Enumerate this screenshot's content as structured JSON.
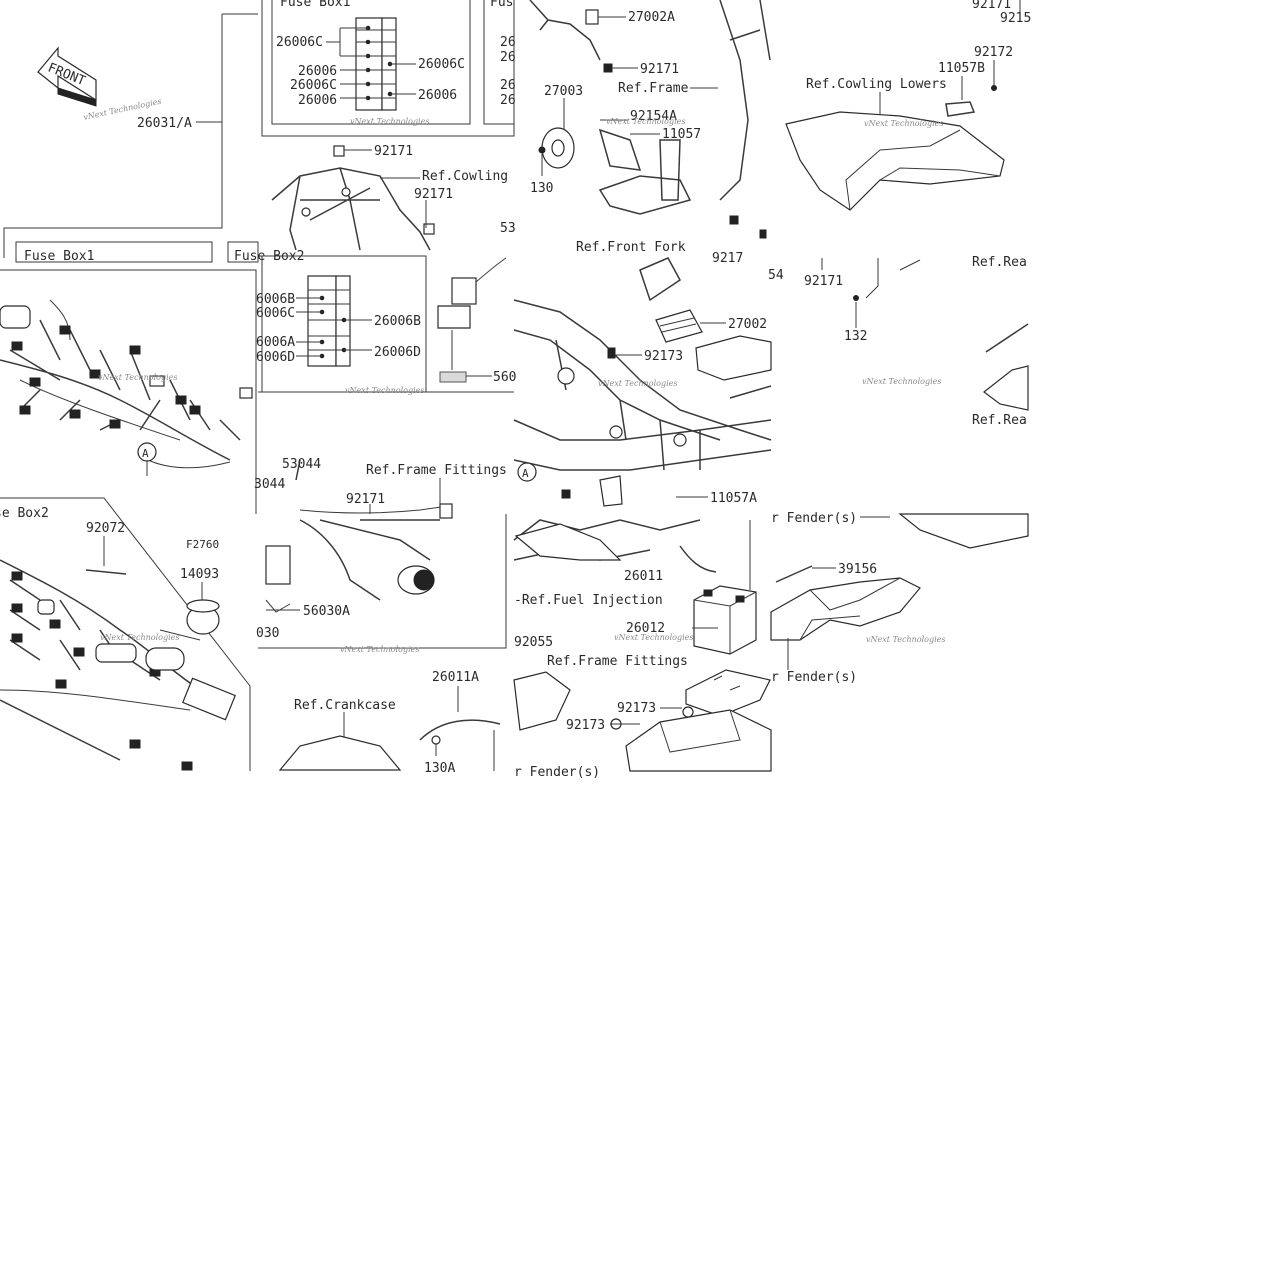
{
  "labels": {
    "fuse_box1_top": "Fuse Box1",
    "fuse_box1_mid": "Fuse Box1",
    "fuse_box2_top": "Fus",
    "fuse_box2_mid": "Fuse Box2",
    "fuse_box2_low": "se Box2",
    "p26006c_a": "26006C",
    "p26006c_b": "26006C",
    "p26006_a": "26006",
    "p26006c_c": "26006C",
    "p26006_b": "26006",
    "p26006_c": "26006",
    "p26a": "26",
    "p26b": "26",
    "p26c": "26",
    "p26d": "26",
    "p26031a": "26031/A",
    "p27002a": "27002A",
    "p92171_a": "92171",
    "p27003": "27003",
    "ref_frame": "Ref.Frame",
    "p92154a": "92154A",
    "p11057": "11057",
    "p130": "130",
    "ref_front_fork": "Ref.Front Fork",
    "p92171_top_right": "92171",
    "p9215": "9215",
    "p92172": "92172",
    "p11057b": "11057B",
    "ref_cowling_lowers": "Ref.Cowling Lowers",
    "p92171_b": "92171",
    "ref_cowling": "Ref.Cowling",
    "p92171_c": "92171",
    "p53": "53",
    "p26006b": "26006B",
    "p6006b": "6006B",
    "p6006c": "6006C",
    "p6006a": "6006A",
    "p6006d": "6006D",
    "p26006d": "26006D",
    "p560": "560",
    "p27002": "27002",
    "p92173_a": "92173",
    "p54": "54",
    "p92171_d": "92171",
    "p132": "132",
    "ref_rea_a": "Ref.Rea",
    "ref_rea_b": "Ref.Rea",
    "p9217": "9217",
    "p11057a": "11057A",
    "ref_rear_fender_a": "r Fender(s)",
    "p53044_a": "53044",
    "p3044": "3044",
    "ref_frame_fittings_a": "Ref.Frame Fittings",
    "p92171_e": "92171",
    "p56030a": "56030A",
    "p030": "030",
    "p92072": "92072",
    "pf2760": "F2760",
    "p14093": "14093",
    "p26011": "26011",
    "ref_fuel_injection": "-Ref.Fuel Injection",
    "p26012": "26012",
    "p92055": "92055",
    "ref_frame_fittings_b": "Ref.Frame Fittings",
    "p39156": "39156",
    "ref_rear_fender_b": "r Fender(s)",
    "p92173_b": "92173",
    "p92173_c": "92173",
    "ref_crankcase": "Ref.Crankcase",
    "p26011a": "26011A",
    "p130a": "130A",
    "ref_fender_c": "r Fender(s)",
    "marker_a1": "A",
    "marker_a2": "A",
    "front": "FRONT",
    "watermark": "vNext Technologies"
  }
}
